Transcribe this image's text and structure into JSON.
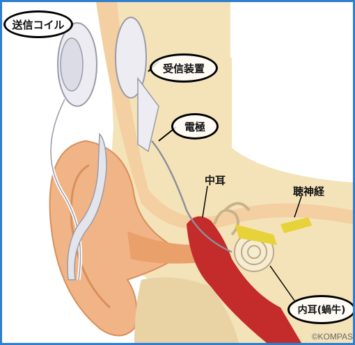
{
  "labels": {
    "transmitter_coil": "送信コイル",
    "receiver": "受信装置",
    "electrode": "電極",
    "middle_ear": "中耳",
    "auditory_nerve": "聴神経",
    "inner_ear": "内耳(蝸牛)"
  },
  "credit": "©KOMPAS",
  "colors": {
    "frame": "#2f7fd0",
    "skin": "#f3cfa2",
    "bone": "#f4e3b8",
    "canal_red": "#c42b2b",
    "nerve_yellow": "#e8d23a",
    "device": "#ececf2"
  }
}
